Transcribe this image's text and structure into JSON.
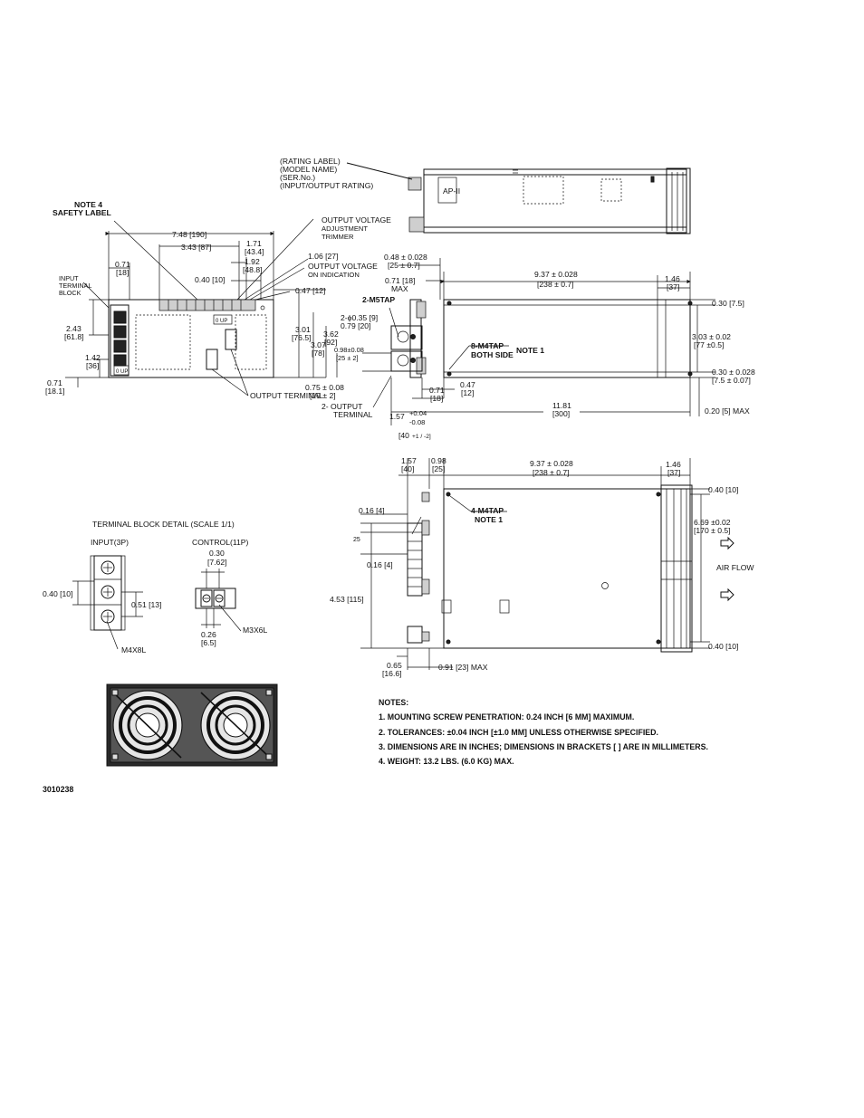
{
  "labels": {
    "rating_label": "(RATING LABEL)",
    "model_name": "(MODEL NAME)",
    "ser_no": "(SER.No.)",
    "io_rating": "(INPUT/OUTPUT RATING)",
    "note4": "NOTE 4",
    "safety_label": "SAFETY LABEL",
    "input_terminal_1": "INPUT",
    "input_terminal_2": "TERMINAL",
    "input_terminal_3": "BLOCK",
    "ov_adj_1": "OUTPUT VOLTAGE",
    "ov_adj_2": "ADJUSTMENT",
    "ov_adj_3": "TRIMMER",
    "ov_ind_1": "OUTPUT VOLTAGE",
    "ov_ind_2": "ON INDICATION",
    "output_terminal": "OUTPUT TERMINAL",
    "two_output_1": "2- OUTPUT",
    "two_output_2": "TERMINAL",
    "m5tap": "2-M5TAP",
    "m4tap_8": "8-M4TAP",
    "both_side": "BOTH SIDE",
    "note1_a": "NOTE 1",
    "m4tap_4": "4-M4TAP",
    "note1_b": "NOTE 1",
    "air_flow": "AIR FLOW",
    "tb_detail": "TERMINAL BLOCK DETAIL (SCALE 1/1)",
    "tb_input": "INPUT(3P)",
    "tb_control": "CONTROL(11P)",
    "m4x8l": "M4X8L",
    "m3x6l": "M3X6L",
    "zero_up_1": "0 UP",
    "zero_up_2": "0 UP",
    "ds_label": "AP-II"
  },
  "dims": {
    "d748": "7.48 [190]",
    "d343": "3.43 [87]",
    "d171a": "1.71",
    "d171b": "[43.4]",
    "d192a": "1.92",
    "d192b": "[48.8]",
    "d071a": "0.71",
    "d071b": "[18]",
    "d040": "0.40 [10]",
    "d106": "1.06 [27]",
    "d047": "0.47 [12]",
    "d243a": "2.43",
    "d243b": "[61.8]",
    "d142a": "1.42",
    "d142b": "[36]",
    "d071ba": "0.71",
    "d071bb": "[18.1]",
    "d301a": "3.01",
    "d301b": "[76.5]",
    "d362a": "3.62",
    "d362b": "[92]",
    "d307a": "3.07",
    "d307b": "[78]",
    "d075a": "0.75 ± 0.08",
    "d075b": "[19 ± 2]",
    "d048a": "0.48 ± 0.028",
    "d048b": "[25 ± 0.7]",
    "d071ma": "0.71 [18]",
    "d071mb": "MAX",
    "d937a": "9.37 ± 0.028",
    "d937b": "[238 ± 0.7]",
    "d146a": "1.46",
    "d146b": "[37]",
    "d030": "0.30 [7.5]",
    "d303a": "3.03 ± 0.02",
    "d303b": "[77 ±0.5]",
    "d030ta": "0.30 ± 0.028",
    "d030tb": "[7.5 ± 0.07]",
    "d2phi": "2-ϕ0.35 [9]",
    "d079": "0.79 [20]",
    "d098a": "0.98±0.08",
    "d098b": "[25 ± 2]",
    "d071ca": "0.71",
    "d071cb": "[18]",
    "d047ca": "0.47",
    "d047cb": "[12]",
    "d1181a": "11.81",
    "d1181b": "[300]",
    "d020": "0.20 [5] MAX",
    "d157a": "1.57",
    "d157tol1": "+0.04",
    "d157tol2": "-0.08",
    "d157b": "[40",
    "d157btol": "+1 / -2]",
    "b157a": "1.57",
    "b157b": "[40]",
    "b098a": "0.98",
    "b098b": "[25]",
    "b937a": "9.37 ± 0.028",
    "b937b": "[238 ± 0.7]",
    "b146a": "1.46",
    "b146b": "[37]",
    "b040": "0.40 [10]",
    "b669a": "6.69 ±0.02",
    "b669b": "[170 ± 0.5]",
    "b016a": "0.16 [4]",
    "b025": "25",
    "b016b": "0.16 [4]",
    "b453": "4.53 [115]",
    "b040b": "0.40 [10]",
    "b065a": "0.65",
    "b065b": "[16.6]",
    "b091": "0.91 [23] MAX",
    "tb030a": "0.30",
    "tb030b": "[7.62]",
    "tb040": "0.40 [10]",
    "tb051": "0.51 [13]",
    "tb026a": "0.26",
    "tb026b": "[6.5]"
  },
  "notes": {
    "title": "NOTES:",
    "items": [
      "1.  MOUNTING SCREW PENETRATION: 0.24 INCH [6 MM] MAXIMUM.",
      "2.  TOLERANCES: ±0.04 INCH [±1.0 MM] UNLESS OTHERWISE SPECIFIED.",
      "3.  DIMENSIONS ARE IN INCHES; DIMENSIONS IN BRACKETS [ ] ARE IN MILLIMETERS.",
      "4.  WEIGHT: 13.2 LBS. (6.0 KG) MAX."
    ]
  },
  "doc_number": "3010238"
}
